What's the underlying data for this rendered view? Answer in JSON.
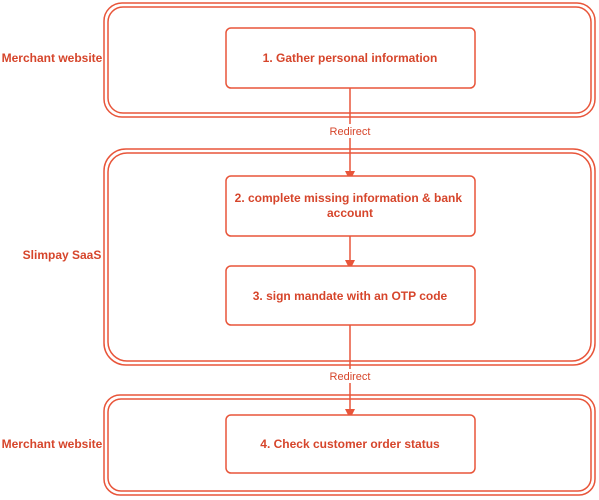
{
  "colors": {
    "accent": "#e8553a",
    "text": "#d6452b",
    "background": "#ffffff"
  },
  "lanes": [
    {
      "label": "Merchant website"
    },
    {
      "label": "Slimpay SaaS"
    },
    {
      "label": "Merchant website"
    }
  ],
  "steps": [
    {
      "label_lines": [
        "1. Gather personal information"
      ]
    },
    {
      "label_lines": [
        "2. complete missing information & bank",
        "account"
      ]
    },
    {
      "label_lines": [
        "3. sign mandate with an OTP code"
      ]
    },
    {
      "label_lines": [
        "4. Check customer order status"
      ]
    }
  ],
  "edges": [
    {
      "from": "step-1",
      "to": "step-2",
      "label": "Redirect"
    },
    {
      "from": "step-2",
      "to": "step-3",
      "label": ""
    },
    {
      "from": "step-3",
      "to": "step-4",
      "label": "Redirect"
    }
  ]
}
